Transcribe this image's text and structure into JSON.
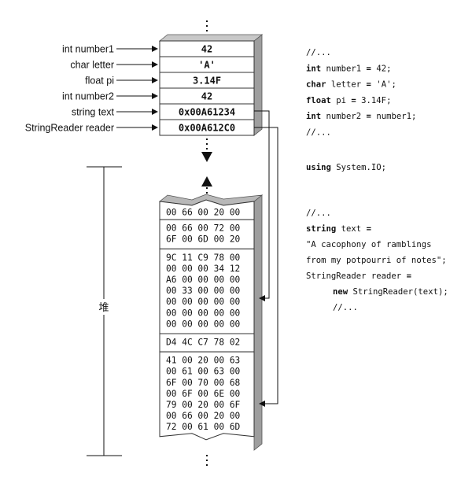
{
  "stack": {
    "variables": [
      {
        "label": "int number1",
        "value": "42"
      },
      {
        "label": "char letter",
        "value": "'A'"
      },
      {
        "label": "float pi",
        "value": "3.14F"
      },
      {
        "label": "int number2",
        "value": "42"
      },
      {
        "label": "string text",
        "value": "0x00A61234"
      },
      {
        "label": "StringReader reader",
        "value": "0x00A612C0"
      }
    ]
  },
  "heap": {
    "label": "堆",
    "blocks": [
      {
        "lines": [
          "00 66 00 20 00"
        ]
      },
      {
        "lines": [
          "00 66 00 72 00",
          "6F 00 6D 00 20"
        ]
      },
      {
        "lines": [
          "9C 11 C9 78 00",
          "00 00 00 34 12",
          "A6 00 00 00 00",
          "00 33 00 00 00",
          "00 00 00 00 00",
          "00 00 00 00 00",
          "00 00 00 00 00"
        ]
      },
      {
        "lines": [
          "D4 4C C7 78 02"
        ]
      },
      {
        "lines": [
          "41 00 20 00 63",
          "00 61 00 63 00",
          "6F 00 70 00 68",
          "00 6F 00 6E 00",
          "79 00 20 00 6F",
          "00 66 00 20 00",
          "72 00 61 00 6D"
        ]
      }
    ]
  },
  "code": {
    "block1": [
      [
        {
          "t": "//..."
        }
      ],
      [
        {
          "t": "int",
          "kw": true
        },
        {
          "t": " number1 "
        },
        {
          "t": "=",
          "kw": true
        },
        {
          "t": " 42;"
        }
      ],
      [
        {
          "t": "char",
          "kw": true
        },
        {
          "t": " letter "
        },
        {
          "t": "=",
          "kw": true
        },
        {
          "t": " 'A';"
        }
      ],
      [
        {
          "t": "float",
          "kw": true
        },
        {
          "t": " pi "
        },
        {
          "t": "=",
          "kw": true
        },
        {
          "t": " 3.14F;"
        }
      ],
      [
        {
          "t": "int",
          "kw": true
        },
        {
          "t": " number2 "
        },
        {
          "t": "=",
          "kw": true
        },
        {
          "t": " number1;"
        }
      ],
      [
        {
          "t": "//..."
        }
      ]
    ],
    "block2": [
      [
        {
          "t": "using",
          "kw": true
        },
        {
          "t": " System.IO;"
        }
      ]
    ],
    "block3": [
      [
        {
          "t": "//..."
        }
      ],
      [
        {
          "t": "string",
          "kw": true
        },
        {
          "t": " text "
        },
        {
          "t": "=",
          "kw": true
        }
      ],
      [
        {
          "t": "\"A cacophony of ramblings"
        }
      ],
      [
        {
          "t": "from my potpourri of notes\";"
        }
      ],
      [
        {
          "t": "StringReader reader "
        },
        {
          "t": "=",
          "kw": true
        }
      ],
      [
        {
          "t": "new",
          "kw": true
        },
        {
          "t": " StringReader(text);"
        }
      ],
      [
        {
          "t": "//..."
        }
      ]
    ]
  }
}
